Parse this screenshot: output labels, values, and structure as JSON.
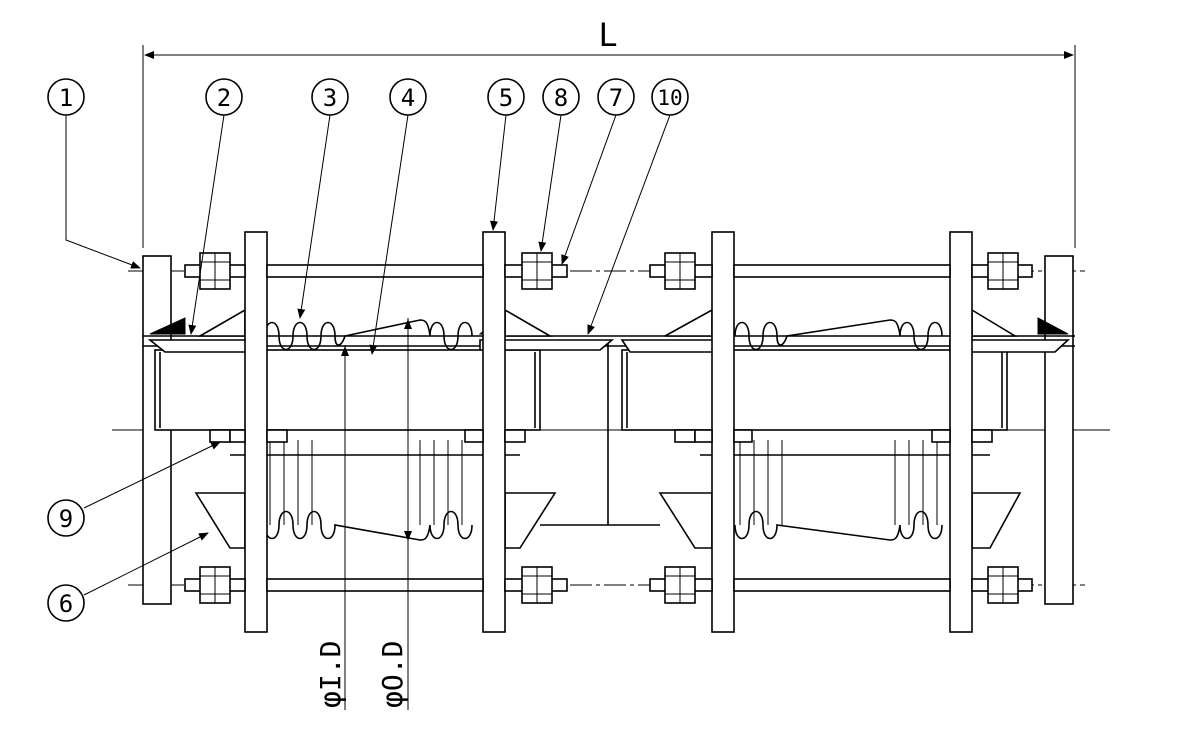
{
  "drawing": {
    "length_label": "L",
    "inner_diameter_label": "φI.D",
    "outer_diameter_label": "φO.D",
    "callouts": [
      "1",
      "2",
      "3",
      "4",
      "5",
      "8",
      "7",
      "10",
      "9",
      "6"
    ]
  }
}
